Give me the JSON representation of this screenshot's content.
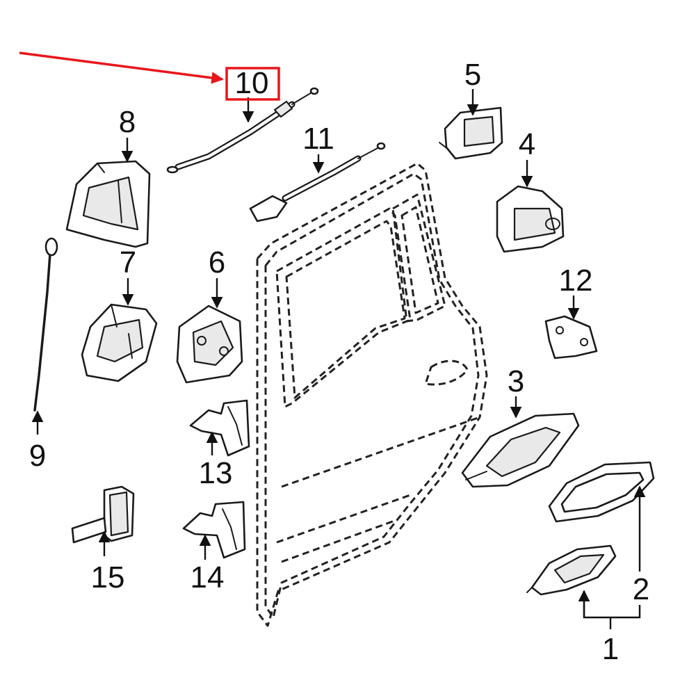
{
  "diagram": {
    "callouts": [
      {
        "id": "1",
        "label": "1"
      },
      {
        "id": "2",
        "label": "2"
      },
      {
        "id": "3",
        "label": "3"
      },
      {
        "id": "4",
        "label": "4"
      },
      {
        "id": "5",
        "label": "5"
      },
      {
        "id": "6",
        "label": "6"
      },
      {
        "id": "7",
        "label": "7"
      },
      {
        "id": "8",
        "label": "8"
      },
      {
        "id": "9",
        "label": "9"
      },
      {
        "id": "10",
        "label": "10"
      },
      {
        "id": "11",
        "label": "11"
      },
      {
        "id": "12",
        "label": "12"
      },
      {
        "id": "13",
        "label": "13"
      },
      {
        "id": "14",
        "label": "14"
      },
      {
        "id": "15",
        "label": "15"
      }
    ],
    "highlighted_callout": "10",
    "highlight_color": "#e8161b",
    "line_color": "#111111"
  }
}
